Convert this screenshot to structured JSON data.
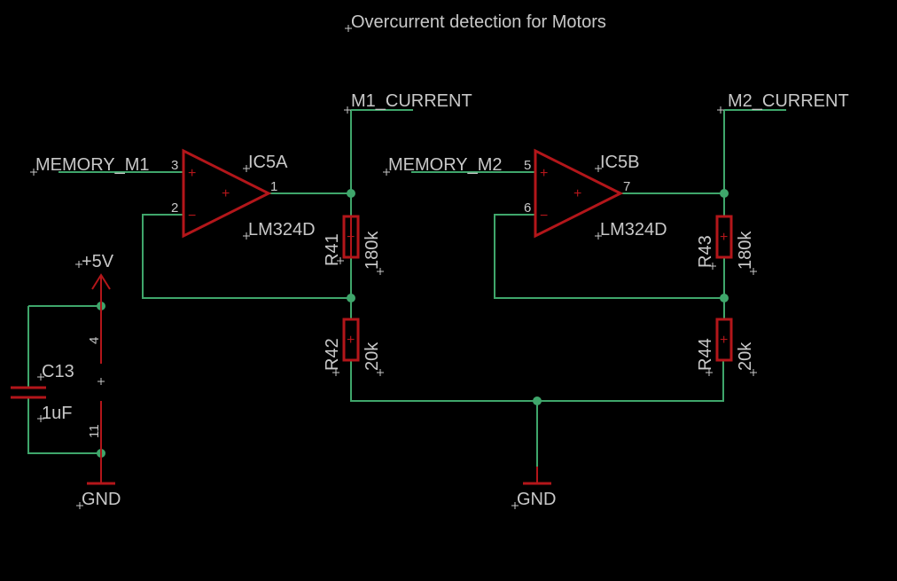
{
  "title": "Overcurrent detection for Motors",
  "nets": {
    "m1_current": "M1_CURRENT",
    "m2_current": "M2_CURRENT",
    "memory_m1": "MEMORY_M1",
    "memory_m2": "MEMORY_M2",
    "vcc": "+5V",
    "gnd_left": "GND",
    "gnd_mid": "GND"
  },
  "opamp_a": {
    "name": "IC5A",
    "value": "LM324D",
    "pin_plus": "3",
    "pin_minus": "2",
    "pin_out": "1"
  },
  "opamp_b": {
    "name": "IC5B",
    "value": "LM324D",
    "pin_plus": "5",
    "pin_minus": "6",
    "pin_out": "7"
  },
  "power_pins": {
    "vcc_pin": "4",
    "gnd_pin": "11"
  },
  "capacitor": {
    "name": "C13",
    "value": "1uF"
  },
  "resistors": {
    "r41": {
      "name": "R41",
      "value": "180k"
    },
    "r42": {
      "name": "R42",
      "value": "20k"
    },
    "r43": {
      "name": "R43",
      "value": "180k"
    },
    "r44": {
      "name": "R44",
      "value": "20k"
    }
  },
  "symbols": {
    "plus": "+",
    "minus": "−",
    "center": "+"
  },
  "colors": {
    "background": "#000000",
    "wire": "#3fa66b",
    "component": "#b3161a",
    "text": "#c8c8c8"
  }
}
